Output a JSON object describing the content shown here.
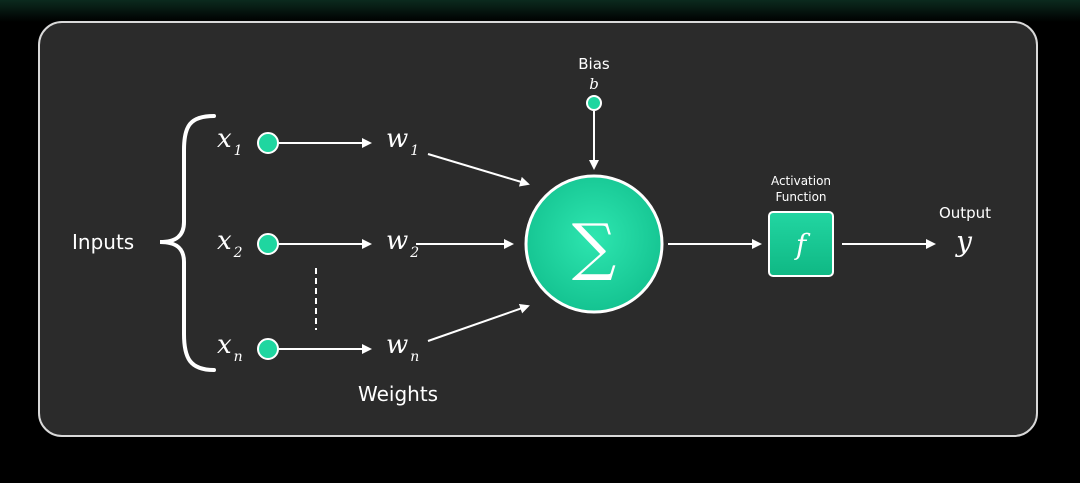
{
  "diagram": {
    "inputs_label": "Inputs",
    "weights_label": "Weights",
    "bias_label": "Bias",
    "bias_symbol": "b",
    "sum_symbol": "∑",
    "activation_label_line1": "Activation",
    "activation_label_line2": "Function",
    "activation_symbol": "f",
    "output_label": "Output",
    "output_symbol": "y",
    "inputs": [
      {
        "var": "x",
        "sub": "1"
      },
      {
        "var": "x",
        "sub": "2"
      },
      {
        "var": "x",
        "sub": "n"
      }
    ],
    "weights": [
      {
        "var": "w",
        "sub": "1"
      },
      {
        "var": "w",
        "sub": "2"
      },
      {
        "var": "w",
        "sub": "n"
      }
    ]
  },
  "colors": {
    "accent": "#1fd6a0",
    "accent_dark": "#0aa27a",
    "card_bg": "#2b2b2b",
    "card_border": "#d9d9d9",
    "line": "#ffffff"
  }
}
